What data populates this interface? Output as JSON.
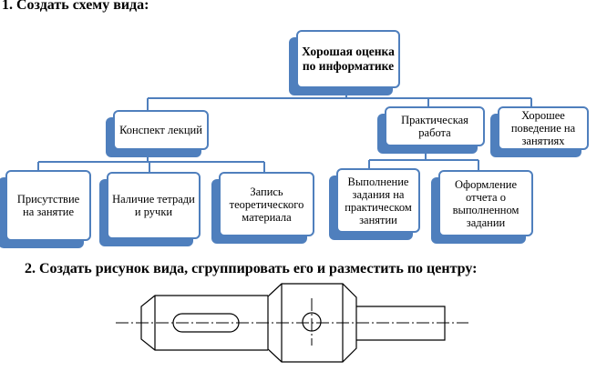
{
  "headings": {
    "task1": "1. Создать схему вида:",
    "task2": "2. Создать рисунок вида, сгруппировать его и разместить по центру:"
  },
  "diagram": {
    "root": "Хорошая оценка по информатике",
    "branches": [
      {
        "label": "Конспект лекций",
        "children": [
          "Присутствие на занятие",
          "Наличие тетради и ручки",
          "Запись теоретического материала"
        ]
      },
      {
        "label": "Практическая работа",
        "children": [
          "Выполнение задания на практическом занятии",
          "Оформление отчета о выполненном задании"
        ]
      },
      {
        "label": "Хорошее поведение на занятиях",
        "children": []
      }
    ]
  },
  "colors": {
    "accent": "#4f7fbd",
    "box_fill": "#ffffff",
    "drawing_stroke": "#000000"
  }
}
